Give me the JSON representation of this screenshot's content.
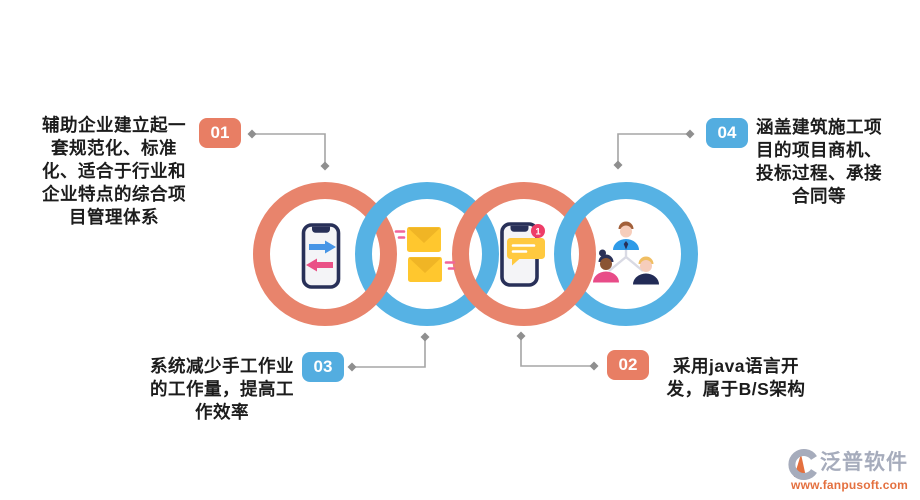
{
  "steps": [
    {
      "number": "01",
      "label": "辅助企业建立起一套规范化、标准化、适合于行业和企业特点的综合项目管理体系",
      "icon": "phone-transfer-icon",
      "accent": "#E87E64"
    },
    {
      "number": "02",
      "label": "采用java语言开发，属于B/S架构",
      "icon": "phone-chat-icon",
      "accent": "#E87E64"
    },
    {
      "number": "03",
      "label": "系统减少手工作业的工作量，提高工作效率",
      "icon": "mail-icon",
      "accent": "#53ADE0"
    },
    {
      "number": "04",
      "label": "涵盖建筑施工项目的项目商机、投标过程、承接合同等",
      "icon": "team-icon",
      "accent": "#53ADE0"
    }
  ],
  "notification_count": "1",
  "watermark": {
    "brand": "泛普软件",
    "url": "www.fanpusoft.com"
  },
  "colors": {
    "ring_salmon": "#E8846C",
    "ring_blue": "#56B2E4",
    "badge_salmon": "#E87E64",
    "badge_blue": "#53ADE0",
    "connector": "#A5A5A5",
    "connector_dot": "#8F8F8F",
    "text": "#1C1C1C",
    "phone_navy": "#283058",
    "phone_screen": "#F4F4F7",
    "arrow_blue": "#4795E6",
    "arrow_pink": "#EA5187",
    "envelope_yellow": "#FFC72E",
    "envelope_flap": "#F0B525",
    "dash_pink": "#F2649A",
    "bubble_yellow": "#FFC93F",
    "notification_red": "#EE3D68",
    "link_gray": "#D9DAE4",
    "shirt_blue": "#2F9BE8",
    "shirt_pink": "#E84C88",
    "shirt_navy": "#222B56",
    "hair_brown": "#A2603A",
    "hair_dark": "#2A3158",
    "hair_blonde": "#F0BE62",
    "skin_light": "#F6CDBB",
    "skin_dark": "#8A5434",
    "logo_gray": "#A6ACBC",
    "logo_orange": "#E4703F"
  }
}
